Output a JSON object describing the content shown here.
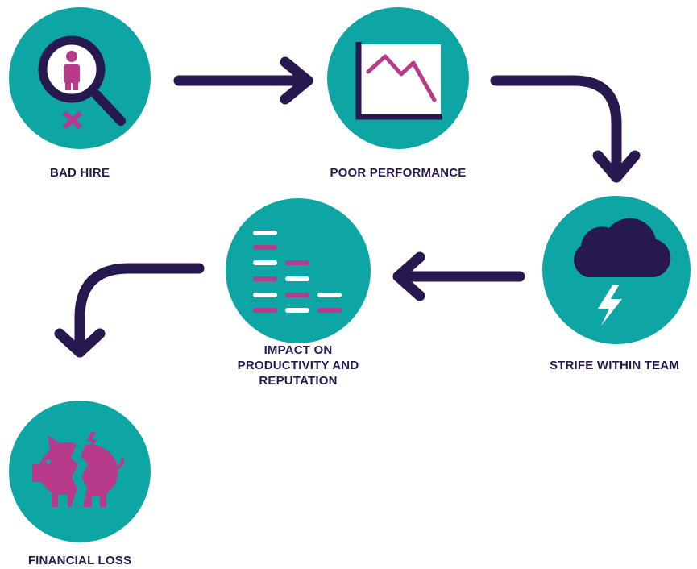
{
  "colors": {
    "circle": "#0ea5a5",
    "arrow": "#27184f",
    "accent": "#b83a8a",
    "icon_light": "#ffffff",
    "label": "#27184f"
  },
  "steps": [
    {
      "label": "BAD HIRE",
      "icon": "magnifier-person-x-icon"
    },
    {
      "label": "POOR PERFORMANCE",
      "icon": "declining-chart-icon"
    },
    {
      "label": "STRIFE WITHIN TEAM",
      "icon": "storm-cloud-lightning-icon"
    },
    {
      "label_lines": [
        "IMPACT ON",
        "PRODUCTIVITY AND",
        "REPUTATION"
      ],
      "icon": "dash-bars-icon"
    },
    {
      "label": "FINANCIAL LOSS",
      "icon": "broken-piggy-bank-icon"
    }
  ],
  "arrows": [
    {
      "from": "BAD HIRE",
      "to": "POOR PERFORMANCE"
    },
    {
      "from": "POOR PERFORMANCE",
      "to": "STRIFE WITHIN TEAM"
    },
    {
      "from": "STRIFE WITHIN TEAM",
      "to": "IMPACT ON PRODUCTIVITY AND REPUTATION"
    },
    {
      "from": "IMPACT ON PRODUCTIVITY AND REPUTATION",
      "to": "FINANCIAL LOSS"
    }
  ]
}
